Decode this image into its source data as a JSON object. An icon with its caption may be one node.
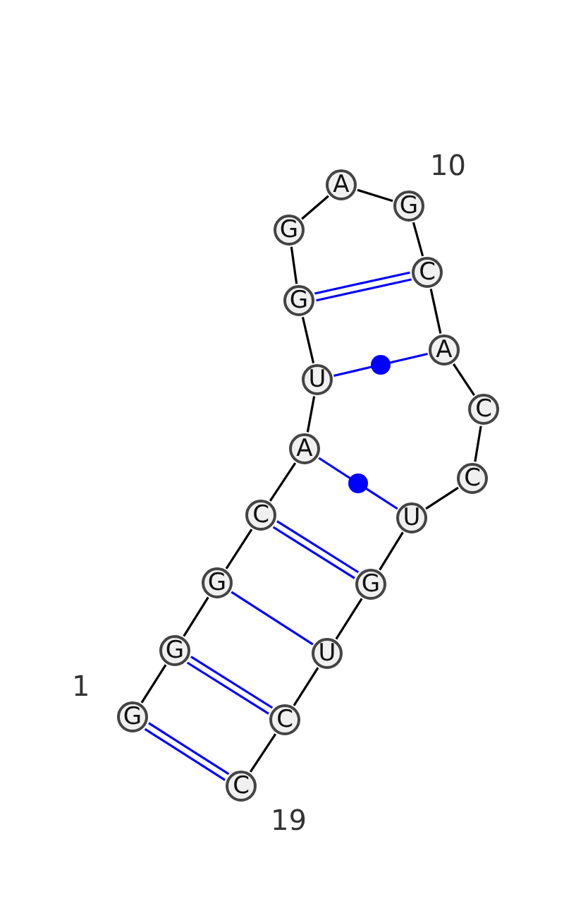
{
  "diagram": {
    "nodes": [
      {
        "text": [
          "G"
        ],
        "beside": [
          "1"
        ]
      },
      {
        "text": [
          "G"
        ]
      },
      {
        "text": [
          "G"
        ]
      },
      {
        "text": [
          "C"
        ]
      },
      {
        "text": [
          "A"
        ]
      },
      {
        "text": [
          "U"
        ]
      },
      {
        "text": [
          "G"
        ]
      },
      {
        "text": [
          "G"
        ]
      },
      {
        "text": [
          "A"
        ]
      },
      {
        "text": [
          "G"
        ],
        "beside": [
          "10"
        ]
      },
      {
        "text": [
          "C"
        ]
      },
      {
        "text": [
          "A"
        ]
      },
      {
        "text": [
          "C"
        ]
      },
      {
        "text": [
          "C"
        ]
      },
      {
        "text": [
          "U"
        ]
      },
      {
        "text": [
          "G"
        ]
      },
      {
        "text": [
          "U"
        ]
      },
      {
        "text": [
          "C"
        ]
      },
      {
        "text": [
          "C"
        ],
        "beside": [
          "19"
        ]
      }
    ],
    "edges": [
      {
        "from": 0,
        "to": 1,
        "arrow": "none"
      },
      {
        "from": 1,
        "to": 2,
        "arrow": "none"
      },
      {
        "from": 2,
        "to": 3,
        "arrow": "none"
      },
      {
        "from": 3,
        "to": 4,
        "arrow": "none"
      },
      {
        "from": 4,
        "to": 5,
        "arrow": "none"
      },
      {
        "from": 5,
        "to": 6,
        "arrow": "none"
      },
      {
        "from": 6,
        "to": 7,
        "arrow": "none"
      },
      {
        "from": 7,
        "to": 8,
        "arrow": "none"
      },
      {
        "from": 8,
        "to": 9,
        "arrow": "none"
      },
      {
        "from": 9,
        "to": 10,
        "arrow": "none"
      },
      {
        "from": 10,
        "to": 11,
        "arrow": "none"
      },
      {
        "from": 11,
        "to": 12,
        "arrow": "none"
      },
      {
        "from": 12,
        "to": 13,
        "arrow": "none"
      },
      {
        "from": 13,
        "to": 14,
        "arrow": "none"
      },
      {
        "from": 14,
        "to": 15,
        "arrow": "none"
      },
      {
        "from": 15,
        "to": 16,
        "arrow": "none"
      },
      {
        "from": 16,
        "to": 17,
        "arrow": "none"
      },
      {
        "from": 17,
        "to": 18,
        "arrow": "none"
      },
      {
        "from": 0,
        "to": 18,
        "arrow": "none",
        "color": "#0000ff"
      },
      {
        "from": 1,
        "to": 17,
        "arrow": "none",
        "color": "#0000ff"
      },
      {
        "from": 2,
        "to": 16,
        "arrow": "none",
        "color": "#0000ff"
      },
      {
        "from": 3,
        "to": 15,
        "arrow": "none",
        "color": "#0000ff"
      },
      {
        "from": 4,
        "to": 14,
        "arrow": "none",
        "color": "#0000ff"
      },
      {
        "from": 5,
        "to": 11,
        "arrow": "none",
        "color": "#0000ff"
      },
      {
        "from": 6,
        "to": 10,
        "arrow": "none",
        "color": "#0000ff"
      }
    ]
  }
}
